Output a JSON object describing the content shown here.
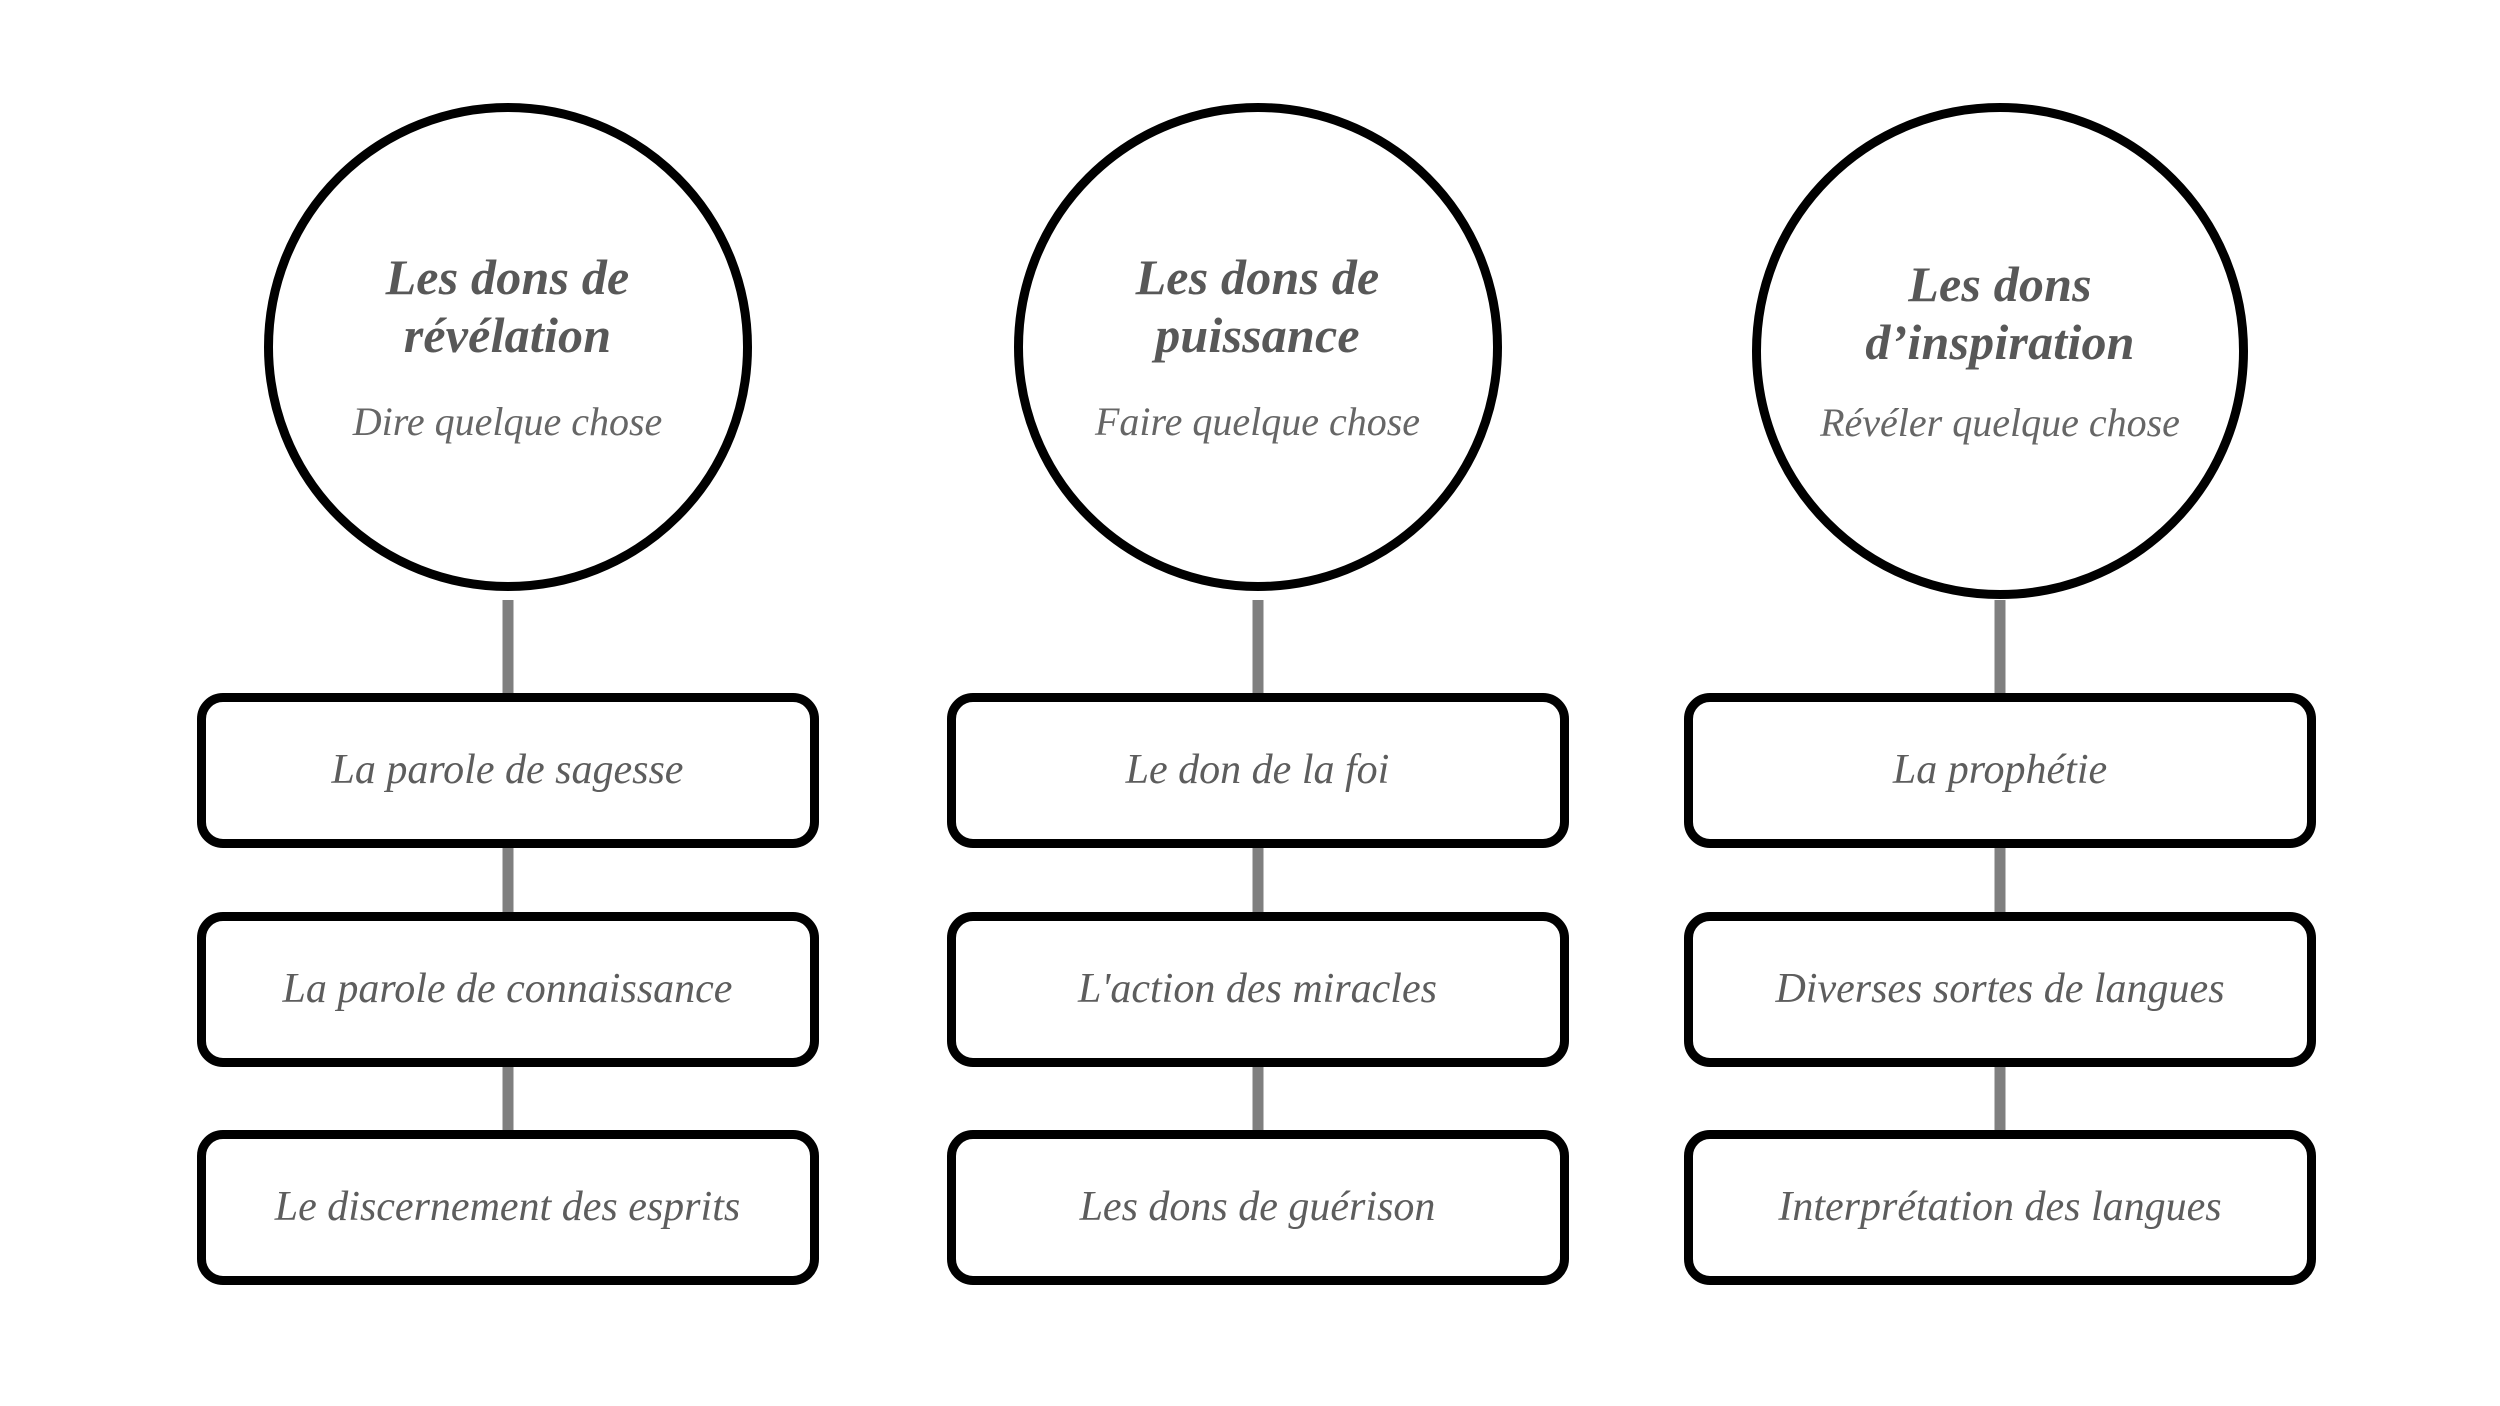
{
  "diagram": {
    "type": "three-column-hierarchy",
    "background_color": "#ffffff",
    "shape_border_color": "#000000",
    "connector_color": "#7f7f7f",
    "text_color": "#5d5d5d",
    "columns": [
      {
        "id": "revelation",
        "circle": {
          "title": "Les dons de révélation",
          "subtitle": "Dire quelque chose"
        },
        "boxes": [
          {
            "label": "La parole de sagesse"
          },
          {
            "label": "La parole de connaissance"
          },
          {
            "label": "Le discernement des esprits"
          }
        ]
      },
      {
        "id": "puissance",
        "circle": {
          "title": "Les dons de puissance",
          "subtitle": "Faire quelque chose"
        },
        "boxes": [
          {
            "label": "Le don de la foi"
          },
          {
            "label": "L'action des miracles"
          },
          {
            "label": "Les dons de guérison"
          }
        ]
      },
      {
        "id": "inspiration",
        "circle": {
          "title": "Les dons d’inspiration",
          "subtitle": "Révéler quelque chose"
        },
        "boxes": [
          {
            "label": "La prophétie"
          },
          {
            "label": "Diverses sortes de langues"
          },
          {
            "label": "Interprétation des langues"
          }
        ]
      }
    ]
  }
}
